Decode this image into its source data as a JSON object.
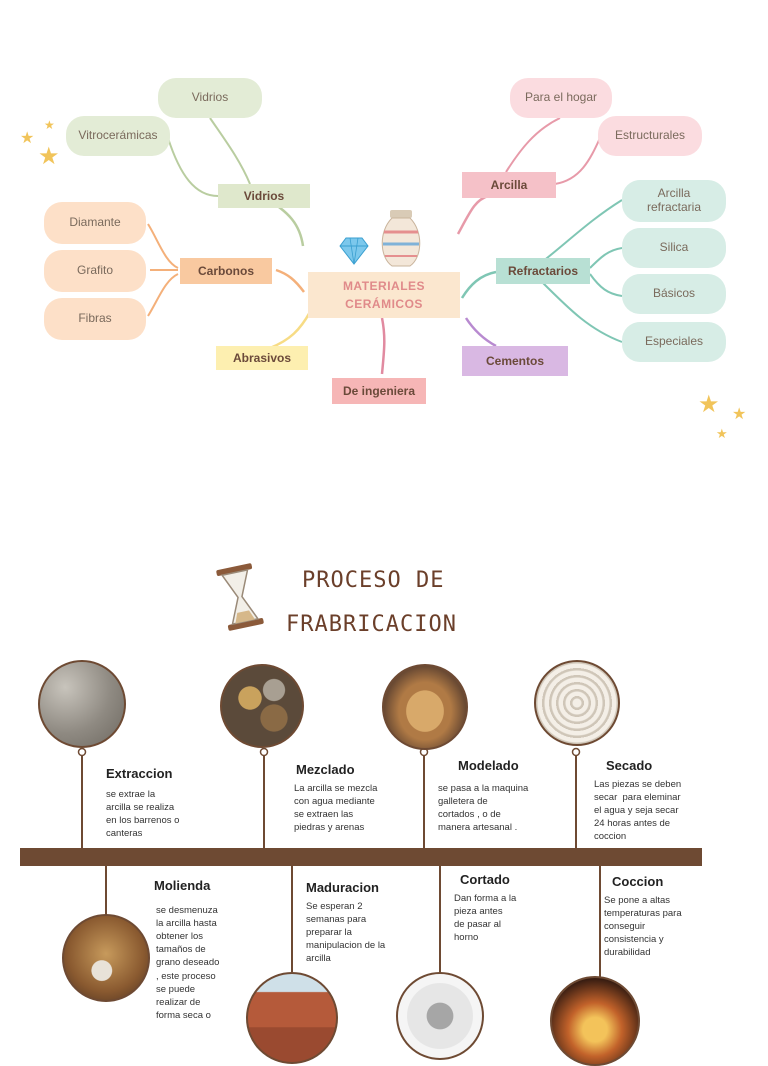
{
  "mindmap": {
    "center": {
      "line1": "MATERIALES",
      "line2": "CERÁMICOS"
    },
    "vidrios": {
      "label": "Vidrios",
      "children": [
        "Vidrios",
        "Vitrocerámicas"
      ]
    },
    "carbonos": {
      "label": "Carbonos",
      "children": [
        "Diamante",
        "Grafito",
        "Fibras"
      ]
    },
    "abrasivos": {
      "label": "Abrasivos"
    },
    "ingenieria": {
      "label": "De ingeniera"
    },
    "arcilla": {
      "label": "Arcilla",
      "children": [
        "Para el hogar",
        "Estructurales"
      ]
    },
    "refractarios": {
      "label": "Refractarios",
      "children": [
        "Arcilla refractaria",
        "Silica",
        "Básicos",
        "Especiales"
      ]
    },
    "cementos": {
      "label": "Cementos"
    },
    "colors": {
      "vidrios": "#e3ecd6",
      "vidrios_tag": "#dfe8cc",
      "carbonos": "#fde0c8",
      "carbonos_tag": "#f9c9a0",
      "abrasivos_tag": "#fdefb0",
      "ingenieria_tag": "#f6b6b6",
      "arcilla_child": "#fbdce0",
      "arcilla_tag": "#f5c1c8",
      "refractarios_child": "#d7ede6",
      "refractarios_tag": "#b8e0d4",
      "cementos_tag": "#d9b8e3",
      "center": "#fbe7cf"
    }
  },
  "timeline": {
    "title_line1": "PROCESO DE",
    "title_line2": "FRABRICACION",
    "top_steps": [
      {
        "title": "Extraccion",
        "text": "se extrae la\narcilla se realiza\nen los barrenos o\ncanteras"
      },
      {
        "title": "Mezclado",
        "text": "La arcilla se mezcla\ncon agua mediante\nse extraen las\npiedras y arenas"
      },
      {
        "title": "Modelado",
        "text": "se pasa a la maquina\ngalletera de\ncortados , o de\nmanera artesanal ."
      },
      {
        "title": "Secado",
        "text": "Las piezas se deben\nsecar  para eleminar\nel agua y seja secar\n24 horas antes de\ncoccion"
      }
    ],
    "bottom_steps": [
      {
        "title": "Molienda",
        "text": "se desmenuza\nla arcilla hasta\nobtener los\ntamaños de\ngrano deseado\n, este proceso\nse puede\nrealizar de\nforma seca o"
      },
      {
        "title": "Maduracion",
        "text": "Se esperan 2\nsemanas para\npreparar la\nmanipulacion de la\narcilla"
      },
      {
        "title": "Cortado",
        "text": "Dan forma a la\npieza antes\nde pasar al\nhorno"
      },
      {
        "title": "Coccion",
        "text": "Se pone a altas\ntemperaturas para\nconseguir\nconsistencia y\ndurabilidad"
      }
    ],
    "colors": {
      "bar": "#6e4a33",
      "title": "#6b3f2a"
    }
  }
}
